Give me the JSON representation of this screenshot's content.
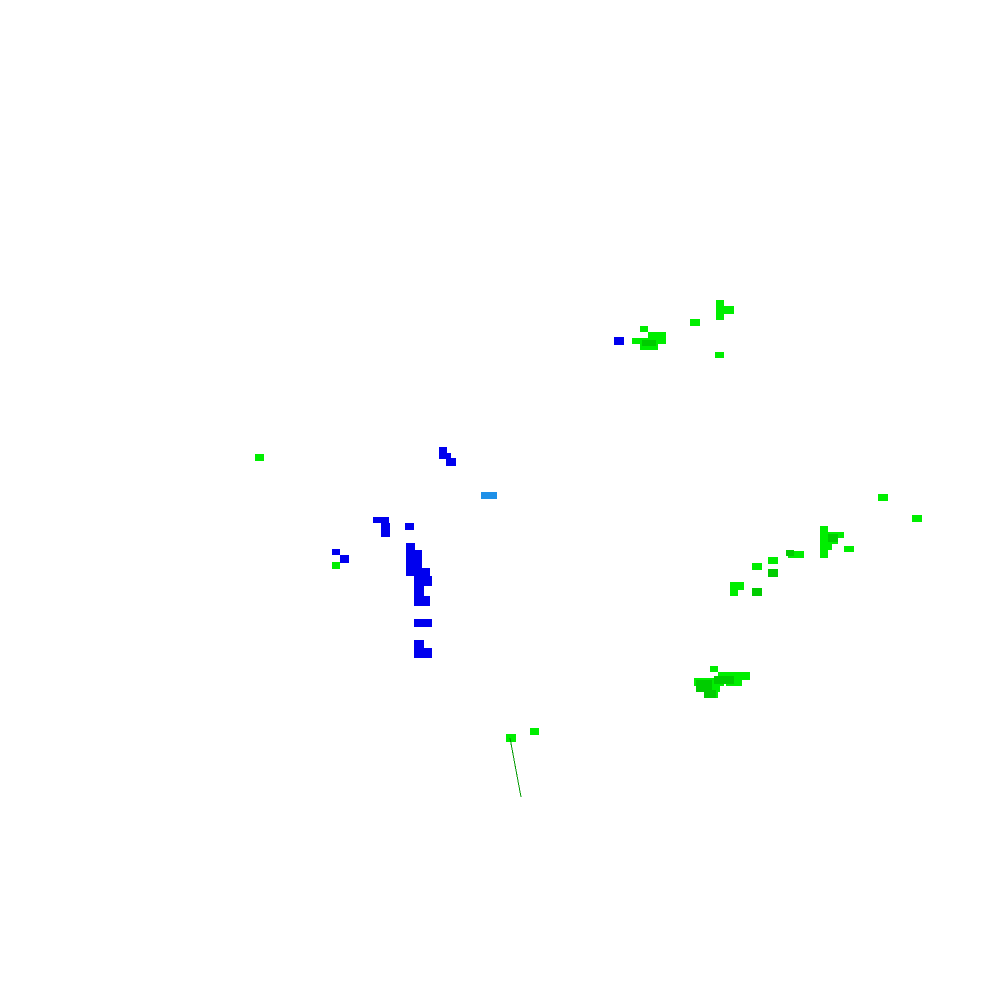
{
  "map": {
    "background": "#ffffff",
    "palette": {
      "light_green": "#00ee00",
      "mid_green": "#00cc00",
      "dark_green": "#009900",
      "blue": "#0000ee",
      "light_blue": "#1e90e8",
      "trace_green": "#009900"
    },
    "layers": [
      {
        "name": "green-echo-cluster-north",
        "color": "light_green",
        "cells": [
          [
            640,
            326,
            8,
            6
          ],
          [
            648,
            332,
            18,
            6
          ],
          [
            632,
            338,
            34,
            6
          ],
          [
            640,
            344,
            18,
            6
          ],
          [
            690,
            319,
            10,
            7
          ],
          [
            716,
            300,
            8,
            6
          ],
          [
            716,
            306,
            18,
            8
          ],
          [
            716,
            314,
            8,
            6
          ],
          [
            715,
            352,
            9,
            6
          ]
        ]
      },
      {
        "name": "green-echo-cluster-north-core",
        "color": "mid_green",
        "cells": [
          [
            642,
            340,
            14,
            6
          ]
        ]
      },
      {
        "name": "green-echo-cluster-east",
        "color": "light_green",
        "cells": [
          [
            820,
            526,
            8,
            6
          ],
          [
            820,
            532,
            24,
            6
          ],
          [
            820,
            538,
            18,
            6
          ],
          [
            820,
            544,
            12,
            6
          ],
          [
            820,
            550,
            8,
            8
          ],
          [
            844,
            546,
            10,
            6
          ],
          [
            878,
            494,
            10,
            7
          ],
          [
            912,
            515,
            10,
            7
          ],
          [
            788,
            551,
            16,
            7
          ],
          [
            768,
            557,
            10,
            7
          ],
          [
            752,
            563,
            10,
            7
          ],
          [
            730,
            582,
            14,
            8
          ],
          [
            730,
            590,
            8,
            6
          ]
        ]
      },
      {
        "name": "green-echo-cluster-east-core",
        "color": "mid_green",
        "cells": [
          [
            828,
            534,
            10,
            8
          ],
          [
            786,
            550,
            8,
            6
          ],
          [
            752,
            588,
            10,
            8
          ],
          [
            768,
            569,
            10,
            8
          ]
        ]
      },
      {
        "name": "green-echo-cluster-southeast",
        "color": "light_green",
        "cells": [
          [
            710,
            666,
            8,
            6
          ],
          [
            718,
            672,
            32,
            8
          ],
          [
            694,
            678,
            30,
            8
          ],
          [
            700,
            686,
            20,
            6
          ],
          [
            704,
            692,
            14,
            6
          ],
          [
            726,
            680,
            16,
            6
          ]
        ]
      },
      {
        "name": "green-echo-cluster-southeast-core",
        "color": "mid_green",
        "cells": [
          [
            696,
            680,
            16,
            12
          ],
          [
            714,
            676,
            20,
            8
          ],
          [
            704,
            690,
            12,
            8
          ]
        ]
      },
      {
        "name": "green-echo-scatter",
        "color": "light_green",
        "cells": [
          [
            255,
            454,
            9,
            7
          ],
          [
            332,
            562,
            8,
            7
          ],
          [
            506,
            734,
            10,
            8
          ],
          [
            530,
            728,
            9,
            7
          ]
        ]
      },
      {
        "name": "blue-echo-cluster",
        "color": "blue",
        "cells": [
          [
            439,
            447,
            8,
            8
          ],
          [
            439,
            453,
            12,
            6
          ],
          [
            446,
            458,
            10,
            8
          ],
          [
            373,
            517,
            16,
            6
          ],
          [
            381,
            523,
            9,
            14
          ],
          [
            405,
            523,
            9,
            7
          ],
          [
            332,
            549,
            8,
            6
          ],
          [
            340,
            555,
            9,
            8
          ],
          [
            406,
            543,
            9,
            8
          ],
          [
            406,
            550,
            16,
            10
          ],
          [
            406,
            560,
            16,
            8
          ],
          [
            406,
            568,
            24,
            8
          ],
          [
            414,
            576,
            18,
            10
          ],
          [
            414,
            586,
            10,
            10
          ],
          [
            414,
            596,
            16,
            10
          ],
          [
            414,
            619,
            18,
            8
          ],
          [
            414,
            640,
            10,
            8
          ],
          [
            414,
            648,
            18,
            10
          ],
          [
            614,
            337,
            10,
            8
          ]
        ]
      },
      {
        "name": "light-blue-echo",
        "color": "light_blue",
        "cells": [
          [
            481,
            492,
            16,
            7
          ]
        ]
      }
    ],
    "traces": [
      {
        "name": "green-trace-line",
        "color": "trace_green",
        "from": [
          510,
          738
        ],
        "to": [
          521,
          797
        ]
      }
    ]
  }
}
